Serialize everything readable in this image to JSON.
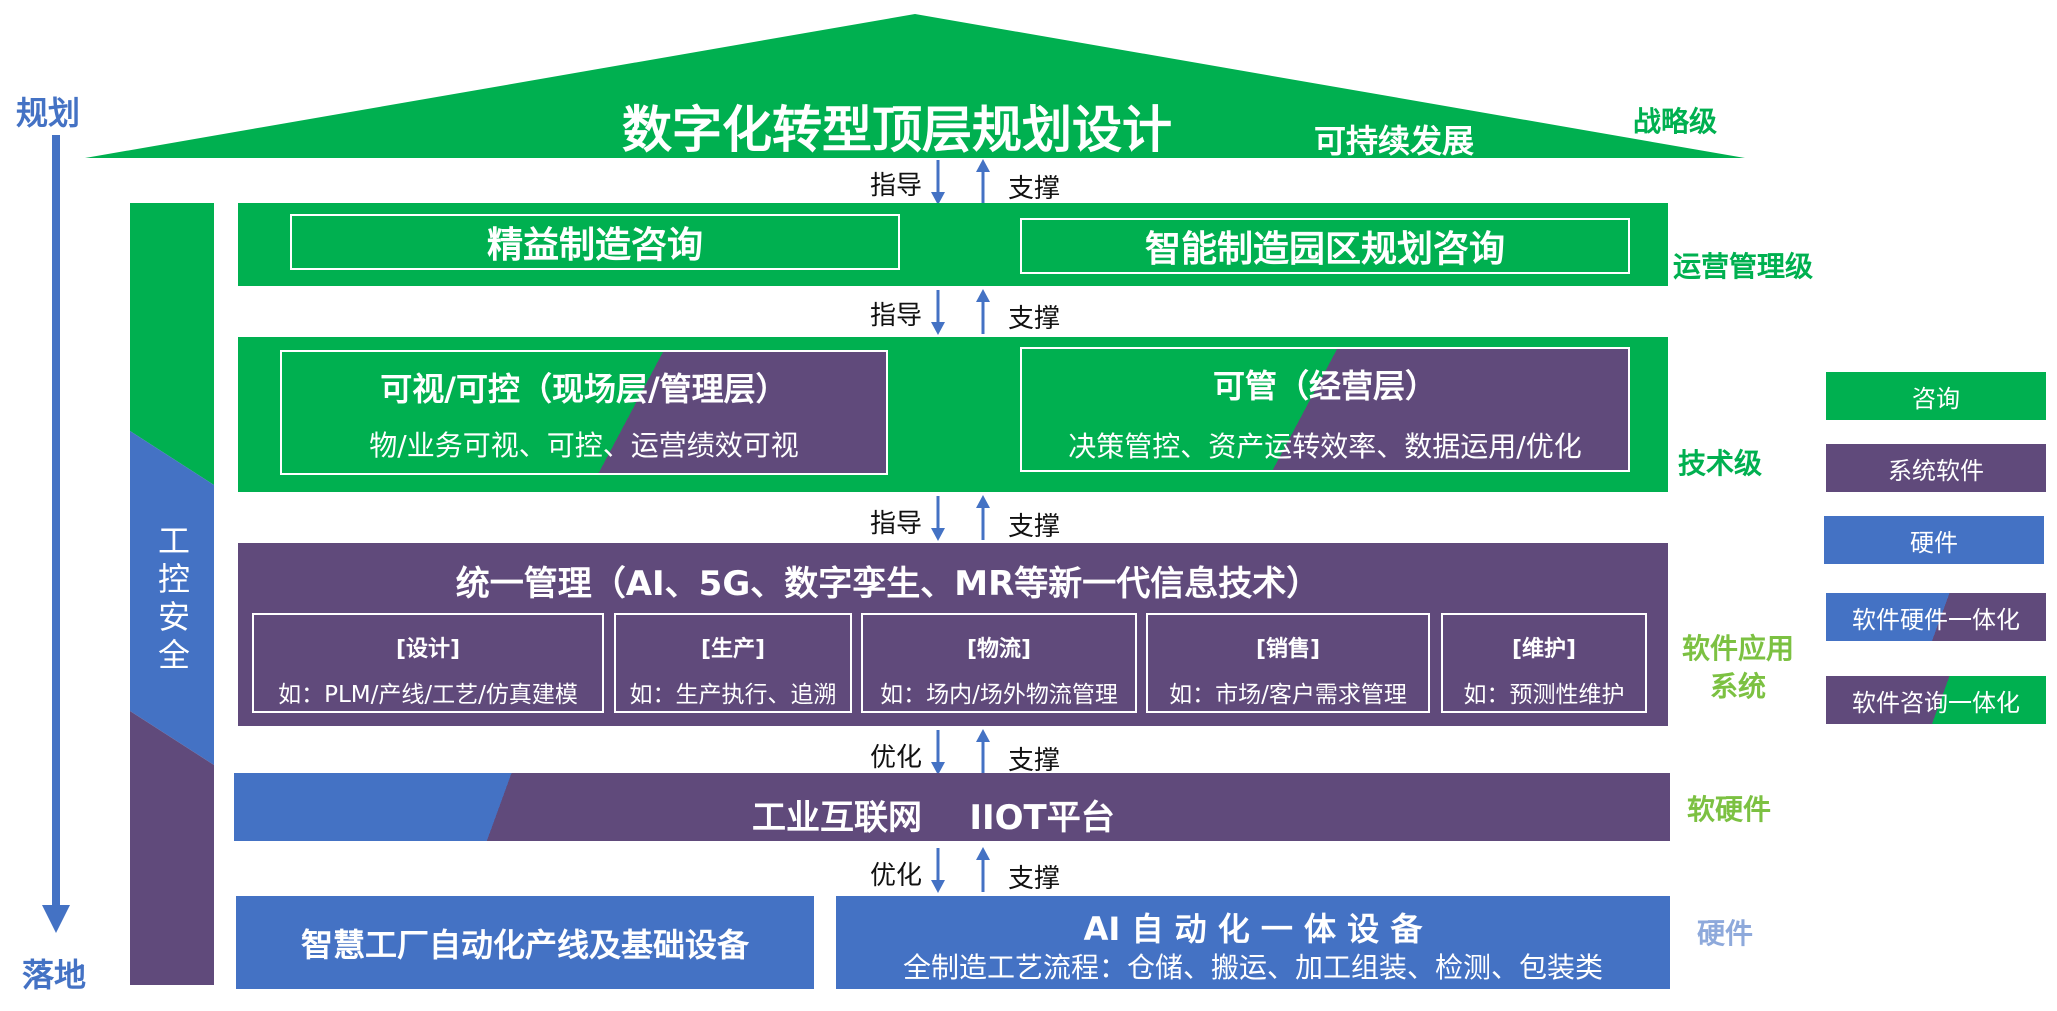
{
  "colors": {
    "green": "#00B050",
    "purple": "#604A7B",
    "blue": "#4472C4",
    "level_green": "#00B050",
    "level_lightgreen": "#7CC142",
    "level_lightblue": "#8EA9DB"
  },
  "side": {
    "top": "规划",
    "bottom": "落地",
    "security": "工控安全"
  },
  "roof": {
    "title": "数字化转型顶层规划设计",
    "subtitle": "可持续发展",
    "level": "战略级"
  },
  "arrows": {
    "a1": {
      "down": "指导",
      "up": "支撑"
    },
    "a2": {
      "down": "指导",
      "up": "支撑"
    },
    "a3": {
      "down": "指导",
      "up": "支撑"
    },
    "a4": {
      "down": "优化",
      "up": "支撑"
    },
    "a5": {
      "down": "优化",
      "up": "支撑"
    }
  },
  "ops": {
    "left": "精益制造咨询",
    "right": "智能制造园区规划咨询",
    "level": "运营管理级"
  },
  "tech": {
    "left_title": "可视/可控（现场层/管理层）",
    "left_sub": "物/业务可视、可控、运营绩效可视",
    "right_title": "可管（经营层）",
    "right_sub": "决策管控、资产运转效率、数据运用/优化",
    "level": "技术级"
  },
  "software": {
    "title": "统一管理（AI、5G、数字孪生、MR等新一代信息技术）",
    "level_line1": "软件应用",
    "level_line2": "系统",
    "modules": [
      {
        "name": "[设计]",
        "desc": "如：PLM/产线/工艺/仿真建模"
      },
      {
        "name": "[生产]",
        "desc": "如：生产执行、追溯"
      },
      {
        "name": "[物流]",
        "desc": "如：场内/场外物流管理"
      },
      {
        "name": "[销售]",
        "desc": "如：市场/客户需求管理"
      },
      {
        "name": "[维护]",
        "desc": "如：预测性维护"
      }
    ]
  },
  "iiot": {
    "title": "工业互联网    IIOT平台",
    "level": "软硬件"
  },
  "hardware": {
    "left": "智慧工厂自动化产线及基础设备",
    "right_title": "AI 自 动 化 一 体 设 备",
    "right_sub": "全制造工艺流程：仓储、搬运、加工组装、检测、包装类",
    "level": "硬件"
  },
  "legend": [
    {
      "label": "咨询",
      "style": "green"
    },
    {
      "label": "系统软件",
      "style": "purple"
    },
    {
      "label": "硬件",
      "style": "blue"
    },
    {
      "label": "软件硬件一体化",
      "style": "blue-purple"
    },
    {
      "label": "软件咨询一体化",
      "style": "purple-green"
    }
  ]
}
